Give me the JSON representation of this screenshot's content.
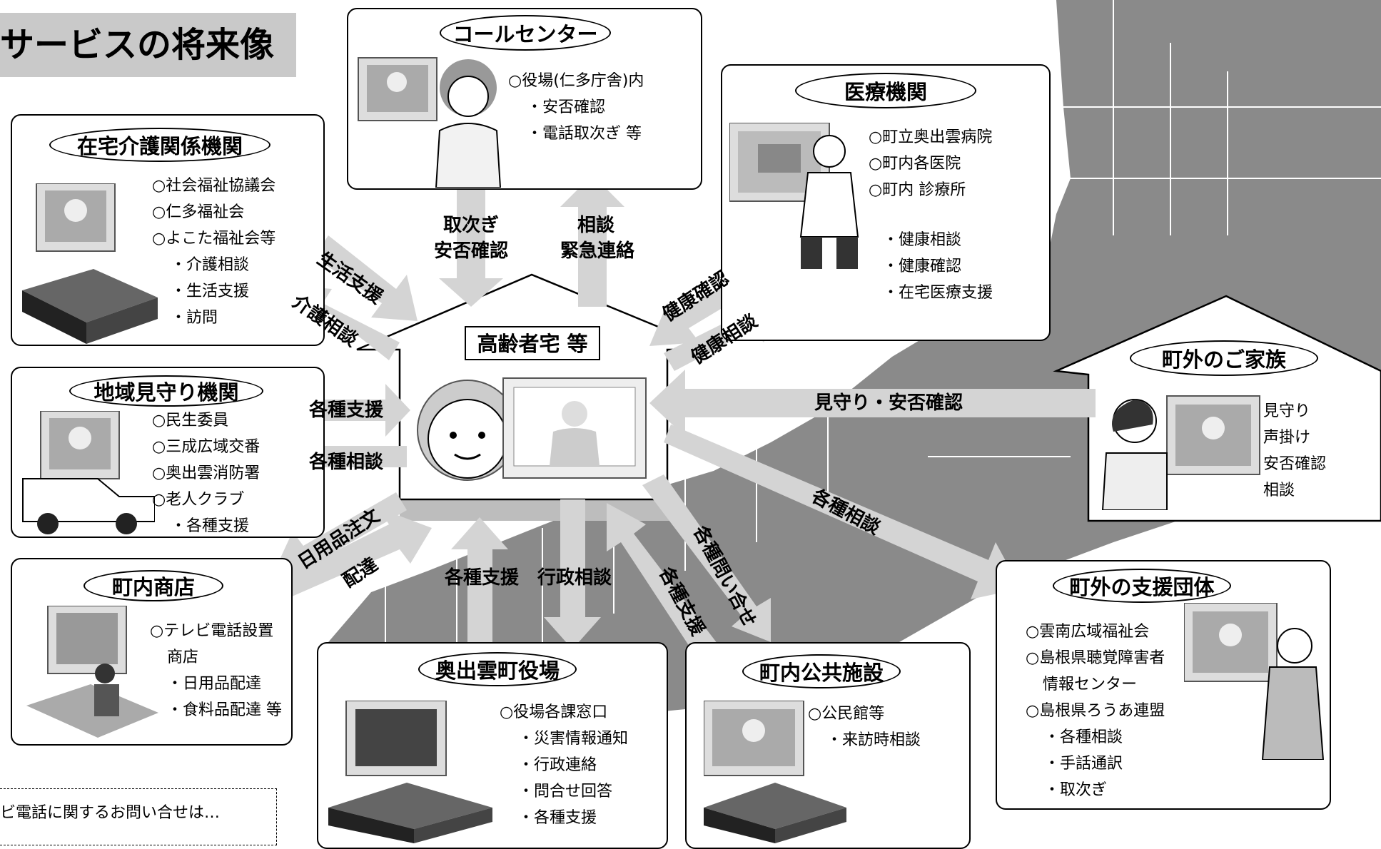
{
  "title": "サービスの将来像",
  "contact_note": "ビ電話に関するお問い合せは…",
  "hub": {
    "label": "高齢者宅 等"
  },
  "call_center": {
    "title": "コールセンター",
    "items": [
      "○役場(仁多庁舎)内",
      "・安否確認",
      "・電話取次ぎ 等"
    ]
  },
  "home_care": {
    "title": "在宅介護関係機関",
    "items": [
      "○社会福祉協議会",
      "○仁多福祉会",
      "○よこた福祉会等",
      "・介護相談",
      "・生活支援",
      "・訪問"
    ]
  },
  "medical": {
    "title": "医療機関",
    "items": [
      "○町立奥出雲病院",
      "○町内各医院",
      "○町内 診療所",
      "・健康相談",
      "・健康確認",
      "・在宅医療支援"
    ]
  },
  "watch": {
    "title": "地域見守り機関",
    "items": [
      "○民生委員",
      "○三成広域交番",
      "○奥出雲消防署",
      "○老人クラブ",
      "・各種支援"
    ]
  },
  "family": {
    "title": "町外のご家族",
    "items": [
      "見守り",
      "声掛け",
      "安否確認",
      "相談"
    ]
  },
  "shop": {
    "title": "町内商店",
    "items": [
      "○テレビ電話設置",
      "商店",
      "・日用品配達",
      "・食料品配達 等"
    ]
  },
  "town_hall": {
    "title": "奥出雲町役場",
    "items": [
      "○役場各課窓口",
      "・災害情報通知",
      "・行政連絡",
      "・問合せ回答",
      "・各種支援"
    ]
  },
  "public": {
    "title": "町内公共施設",
    "items": [
      "○公民館等",
      "・来訪時相談"
    ]
  },
  "support": {
    "title": "町外の支援団体",
    "items": [
      "○雲南広域福祉会",
      "○島根県聴覚障害者",
      "情報センター",
      "○島根県ろうあ連盟",
      "・各種相談",
      "・手話通訳",
      "・取次ぎ"
    ]
  },
  "arrows": {
    "a_tsugi": "取次ぎ",
    "a_anpi": "安否確認",
    "a_soudan": "相談",
    "a_kinkyu": "緊急連絡",
    "a_seikatsu": "生活支援",
    "a_kaigo": "介護相談",
    "a_kenkou_kakunin": "健康確認",
    "a_kenkou_soudan": "健康相談",
    "a_shien1": "各種支援",
    "a_soudan1": "各種相談",
    "a_mimamori": "見守り・安否確認",
    "a_nichiyou": "日用品注文",
    "a_haitatsu": "配達",
    "a_shien2": "各種支援",
    "a_gyousei": "行政相談",
    "a_toiawase": "各種問い合せ",
    "a_shien3": "各種支援",
    "a_soudan2": "各種相談"
  },
  "colors": {
    "map": "#8a8a8a",
    "arrow": "#d4d4d4",
    "title_bg": "#c9c9c9"
  }
}
